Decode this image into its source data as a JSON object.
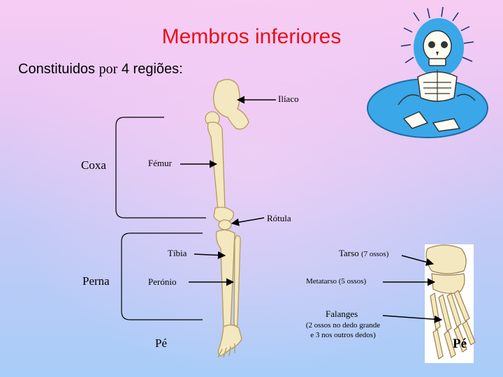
{
  "title": "Membros inferiores",
  "subtitle": {
    "prefix": "Constituidos",
    "por": "por",
    "suffix": "4 regiões:"
  },
  "regions": {
    "coxa": "Coxa",
    "perna": "Perna",
    "pe_left": "Pé",
    "pe_right": "Pé"
  },
  "bones": {
    "iliaco": "Ilíaco",
    "femur": "Fémur",
    "rotula": "Rótula",
    "tibia": "Tíbia",
    "peronio": "Perónio",
    "tarso": "Tarso",
    "tarso_count": "(7 ossos)",
    "metatarso": "Metatarso (5 ossos)",
    "falanges": "Falanges",
    "falanges_note_1": "(2 ossos no dedo grande",
    "falanges_note_2": "e 3 nos outros dedos)"
  },
  "colors": {
    "title": "#e8101a",
    "bone": "#f4e8c0",
    "bone_outline": "#b59a5a",
    "skeleton_bg": "#3aa7e8"
  }
}
